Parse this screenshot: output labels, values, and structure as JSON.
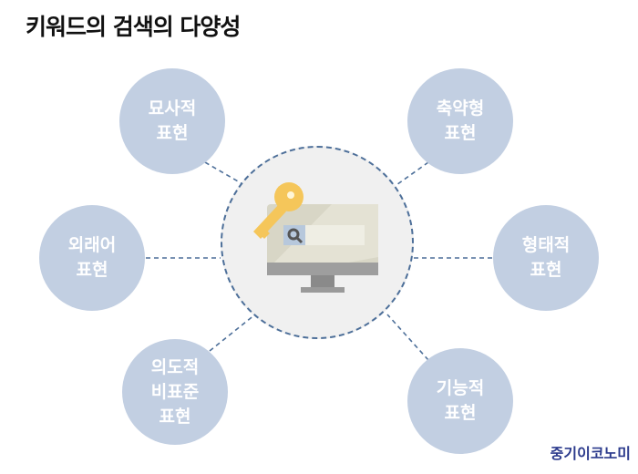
{
  "title": "키워드의 검색의 다양성",
  "center": {
    "icon": "key-and-monitor-search-icon"
  },
  "nodes": [
    {
      "lines": [
        "묘사적",
        "표현"
      ]
    },
    {
      "lines": [
        "축약형",
        "표현"
      ]
    },
    {
      "lines": [
        "외래어",
        "표현"
      ]
    },
    {
      "lines": [
        "형태적",
        "표현"
      ]
    },
    {
      "lines": [
        "의도적",
        "비표준",
        "표현"
      ]
    },
    {
      "lines": [
        "기능적",
        "표현"
      ]
    }
  ],
  "brand": "중기이코노미",
  "colors": {
    "node": "#c2cfe2",
    "dash": "#4d6f99",
    "key": "#f5c65a",
    "brand": "#2b3a8c"
  }
}
